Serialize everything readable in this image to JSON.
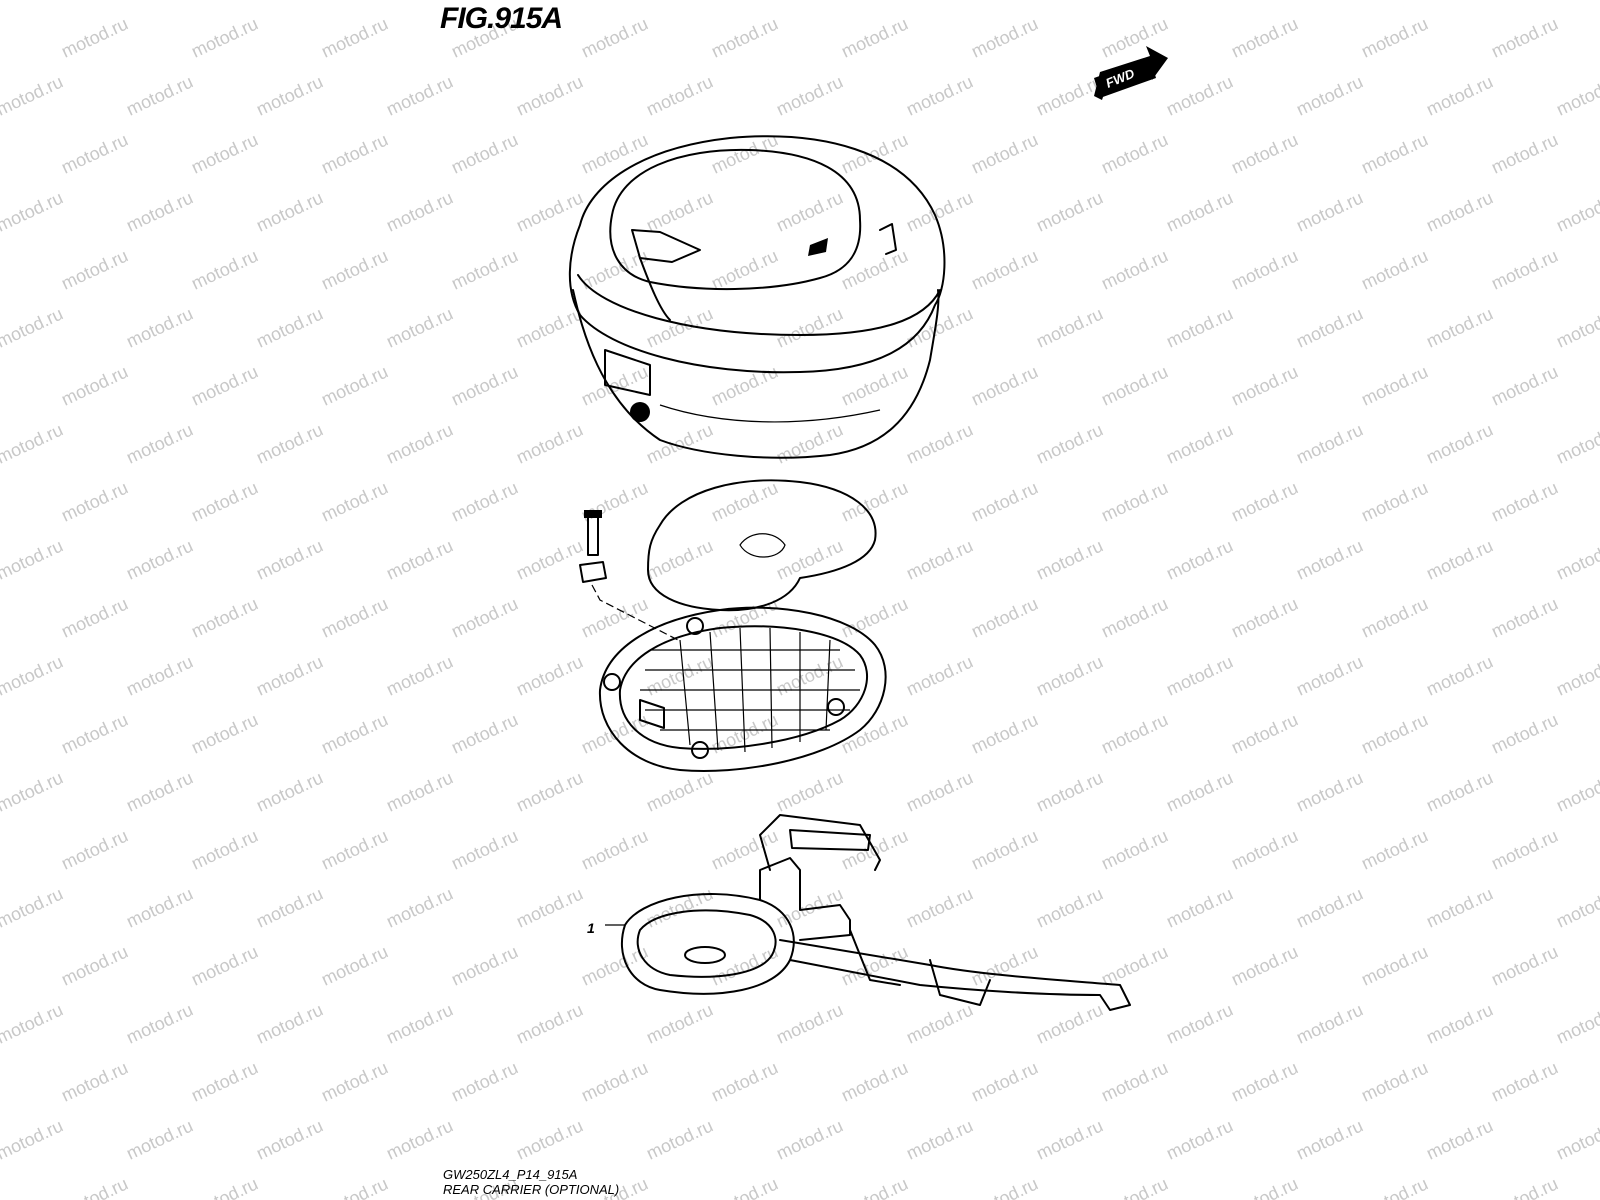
{
  "figure": {
    "title": "FIG.915A",
    "code": "GW250ZL4_P14_915A",
    "description": "REAR CARRIER (OPTIONAL)",
    "watermark": "motod.ru",
    "direction_label": "FWD"
  },
  "callouts": [
    {
      "number": "1",
      "part": "rear-carrier"
    }
  ],
  "colors": {
    "line": "#000000",
    "watermark": "#c8c8c8",
    "background": "#ffffff"
  }
}
